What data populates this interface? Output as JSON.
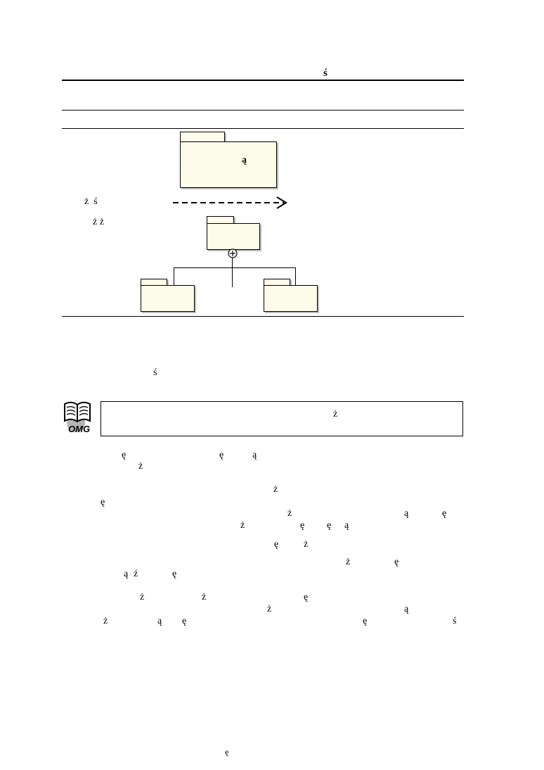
{
  "table": {
    "header_glyph": "ś",
    "package_glyph": "ą",
    "row_label_1": "ż  ś",
    "row_label_2": "ż ż"
  },
  "body_glyph_1": "ś",
  "omg_note": {
    "icon_label": "OMG",
    "glyph": "ż"
  },
  "para1": [
    "ę",
    "ę",
    "ą",
    "ż"
  ],
  "para2": [
    "ż",
    "ę",
    "ż",
    "ą",
    "ę",
    "ż",
    "ę",
    "ę",
    "ą",
    "ę",
    "ż",
    "ż",
    "ę",
    "ą",
    "ź",
    "ę"
  ],
  "para3": [
    "ż",
    "ż",
    "ę",
    "ż",
    "ą",
    "ż",
    "ą",
    "ę",
    "ę",
    "ś"
  ],
  "footer": {
    "page_glyph": "ę"
  },
  "colors": {
    "package_fill": "#fdfbe9",
    "shadow": "#bdbdbd"
  }
}
